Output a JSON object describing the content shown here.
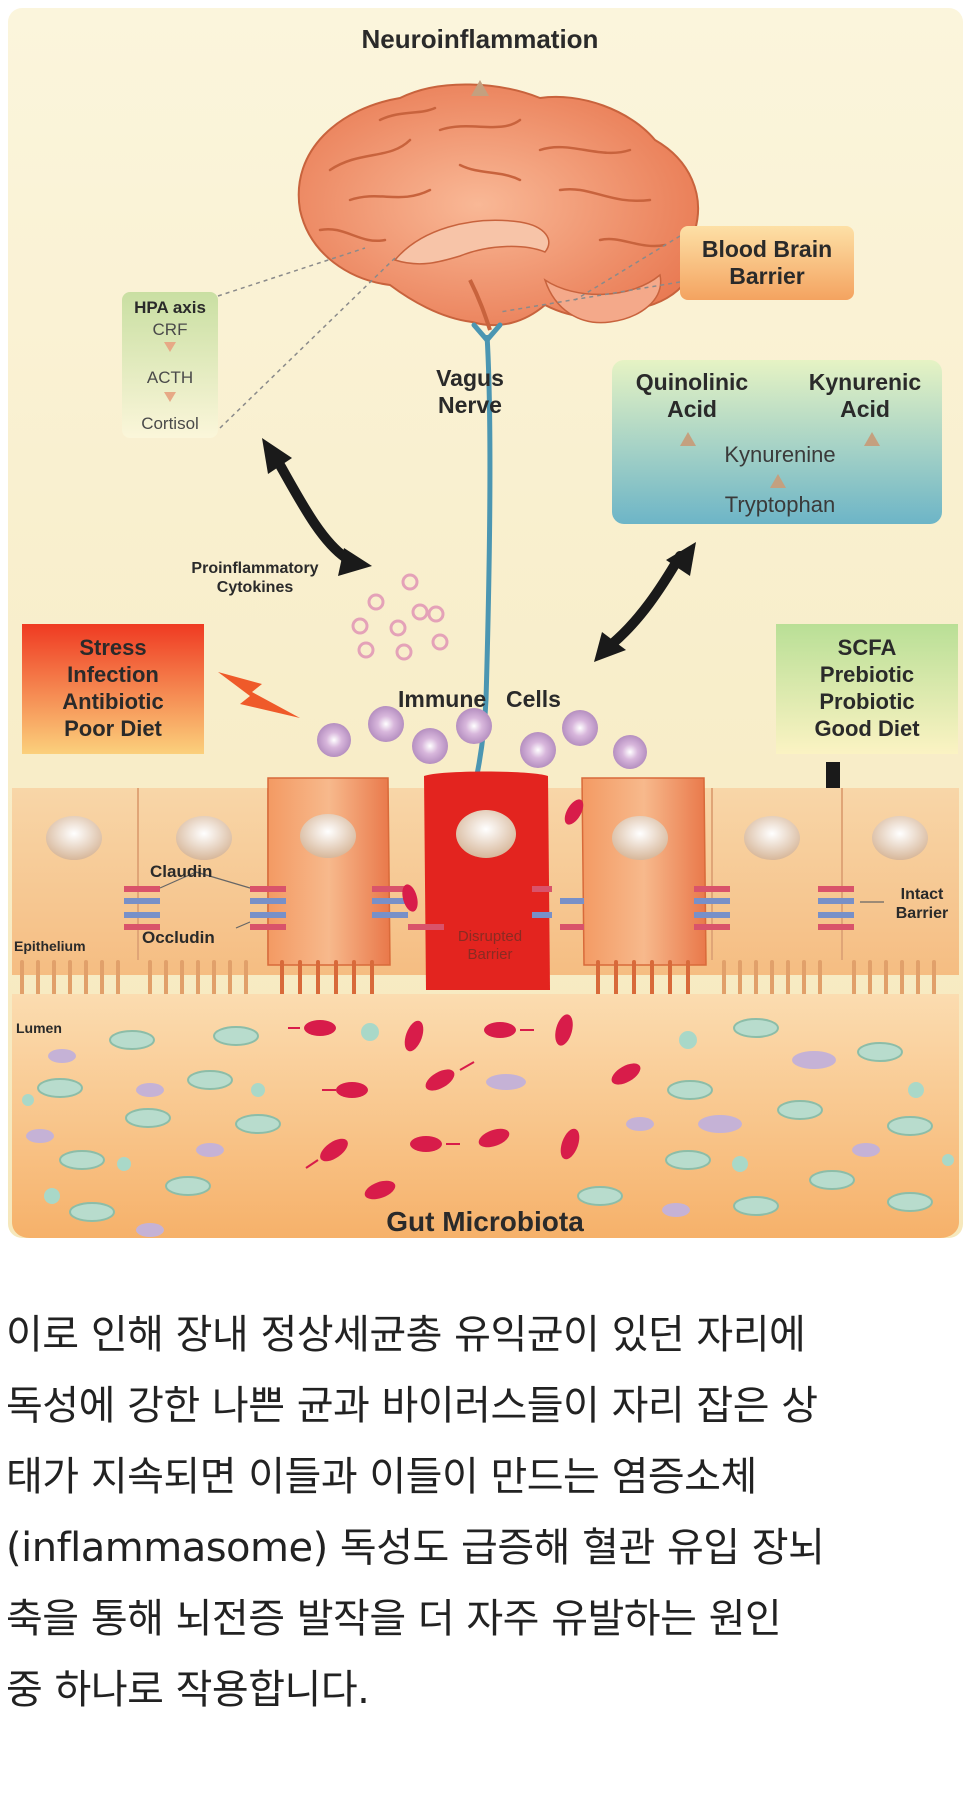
{
  "diagram": {
    "title": "Neuroinflammation",
    "bbb": [
      "Blood Brain",
      "Barrier"
    ],
    "hpa": {
      "title": "HPA axis",
      "crf": "CRF",
      "acth": "ACTH",
      "cortisol": "Cortisol"
    },
    "vagus": [
      "Vagus",
      "Nerve"
    ],
    "kyn": {
      "quin": [
        "Quinolinic",
        "Acid"
      ],
      "kyna": [
        "Kynurenic",
        "Acid"
      ],
      "kynurenine": "Kynurenine",
      "tryptophan": "Tryptophan"
    },
    "cytokines": [
      "Proinflammatory",
      "Cytokines"
    ],
    "stress": [
      "Stress",
      "Infection",
      "Antibiotic",
      "Poor Diet"
    ],
    "immune": [
      "Immune",
      "Cells"
    ],
    "scfa": [
      "SCFA",
      "Prebiotic",
      "Probiotic",
      "Good Diet"
    ],
    "claudin": "Claudin",
    "occludin": "Occludin",
    "epithelium": "Epithelium",
    "lumen": "Lumen",
    "disrupted": [
      "Disrupted",
      "Barrier"
    ],
    "intact": [
      "Intact",
      "Barrier"
    ],
    "gut": "Gut Microbiota",
    "colors": {
      "background": "#f8efc8",
      "brain": "#f0906a",
      "tissue": "#f7c68f",
      "disrupted": "#e3241f",
      "nerve": "#4b96b2",
      "arrow": "#1a1a1a"
    }
  },
  "caption": {
    "lines": [
      "이로 인해 장내 정상세균총 유익균이 있던 자리에",
      "독성에 강한 나쁜 균과 바이러스들이 자리 잡은 상",
      "태가 지속되면 이들과 이들이 만드는 염증소체",
      "(inflammasome) 독성도 급증해 혈관 유입 장뇌",
      "축을 통해 뇌전증 발작을 더 자주 유발하는 원인",
      "중 하나로 작용합니다."
    ]
  }
}
